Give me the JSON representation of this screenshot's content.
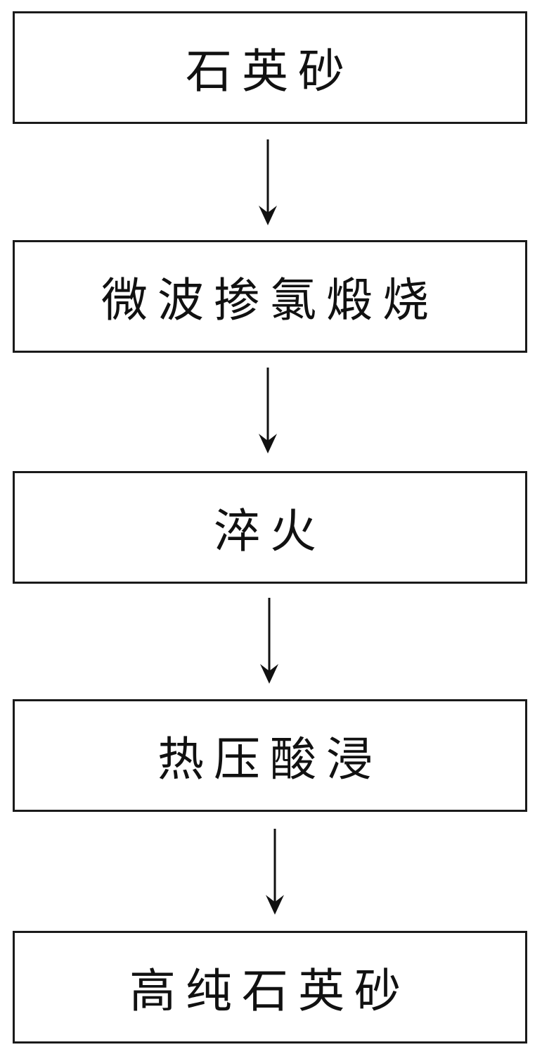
{
  "flowchart": {
    "steps": [
      {
        "label": "石英砂"
      },
      {
        "label": "微波掺氯煅烧"
      },
      {
        "label": "淬火"
      },
      {
        "label": "热压酸浸"
      },
      {
        "label": "高纯石英砂"
      }
    ]
  },
  "colors": {
    "stroke": "#1a1a1a",
    "text": "#111111",
    "background": "#ffffff"
  }
}
